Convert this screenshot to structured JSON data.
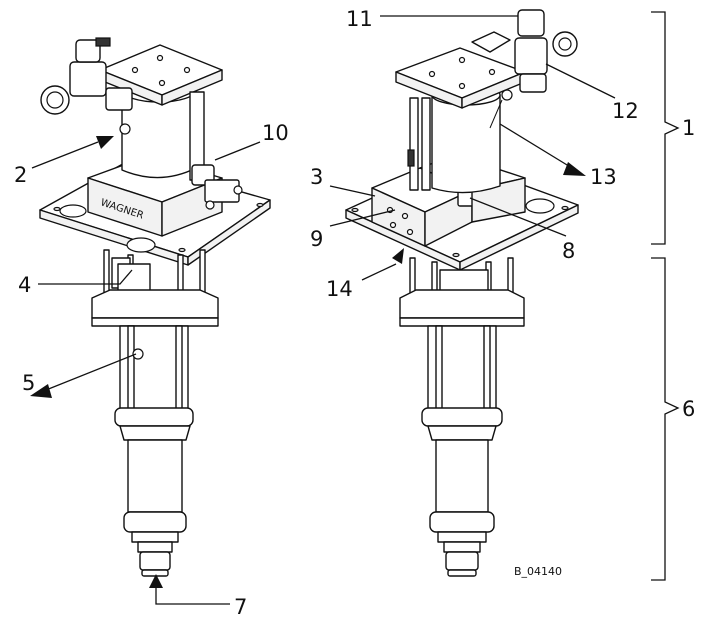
{
  "image_code": "B_04140",
  "callouts": {
    "c1": "1",
    "c2": "2",
    "c3": "3",
    "c4": "4",
    "c5": "5",
    "c6": "6",
    "c7": "7",
    "c8": "8",
    "c9": "9",
    "c10": "10",
    "c11": "11",
    "c12": "12",
    "c13": "13",
    "c14": "14"
  }
}
